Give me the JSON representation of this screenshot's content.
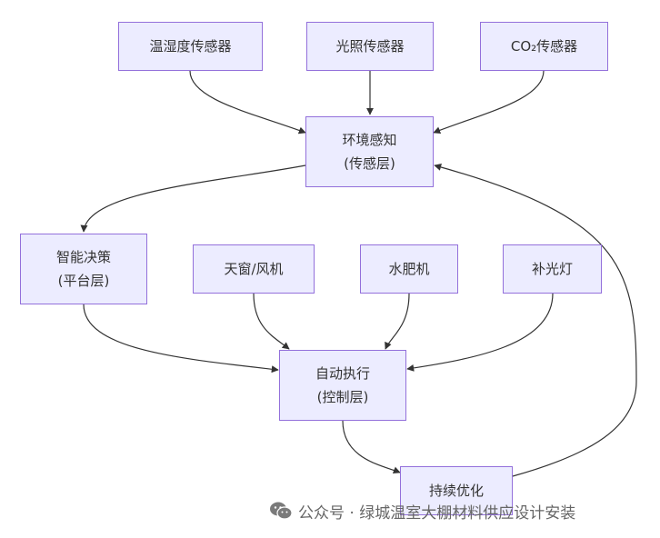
{
  "nodes": {
    "temp_sensor": {
      "label": "温湿度传感器"
    },
    "light_sensor": {
      "label": "光照传感器"
    },
    "co2_sensor": {
      "label": "CO₂传感器"
    },
    "env_sense": {
      "line1": "环境感知",
      "line2": "(传感层)"
    },
    "smart_decision": {
      "line1": "智能决策",
      "line2": "(平台层)"
    },
    "window_fan": {
      "label": "天窗/风机"
    },
    "water_fertilizer": {
      "label": "水肥机"
    },
    "fill_light": {
      "label": "补光灯"
    },
    "auto_exec": {
      "line1": "自动执行",
      "line2": "(控制层)"
    },
    "optimize": {
      "label": "持续优化"
    }
  },
  "watermark": {
    "text": "公众号 · 绿城温室大棚材料供应设计安装",
    "icon": "wechat-icon"
  },
  "colors": {
    "node_fill": "#ECECFF",
    "node_border": "#9370DB",
    "edge": "#333333",
    "text": "#333333"
  }
}
